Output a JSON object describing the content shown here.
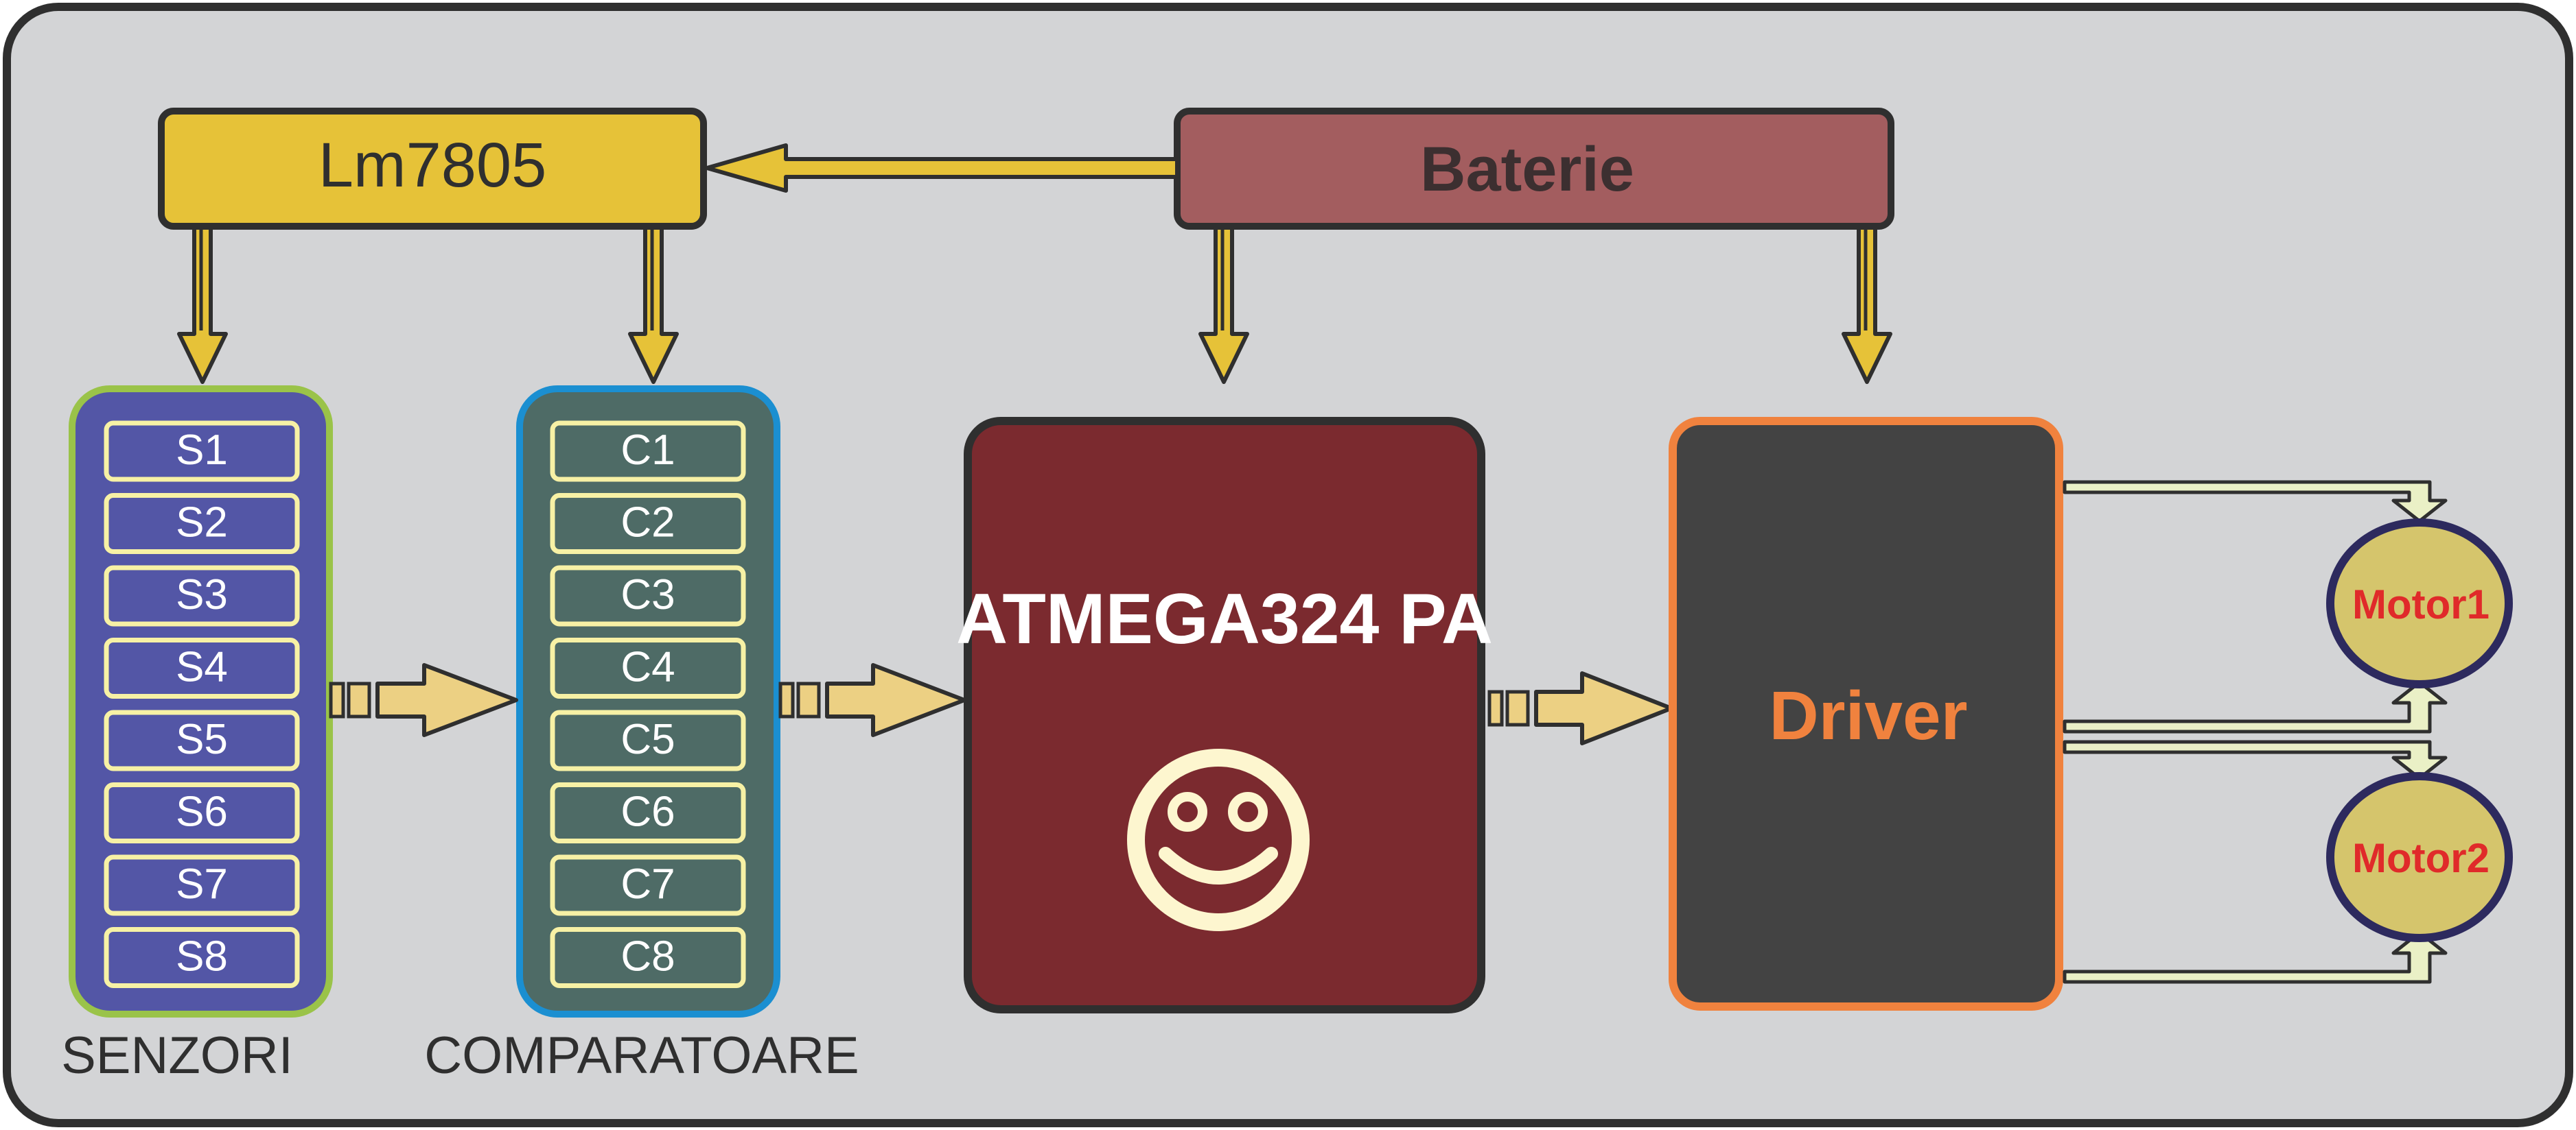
{
  "power": {
    "regulator_label": "Lm7805",
    "battery_label": "Baterie"
  },
  "sensors": {
    "items": [
      "S1",
      "S2",
      "S3",
      "S4",
      "S5",
      "S6",
      "S7",
      "S8"
    ],
    "caption": "SENZORI"
  },
  "comparators": {
    "items": [
      "C1",
      "C2",
      "C3",
      "C4",
      "C5",
      "C6",
      "C7",
      "C8"
    ],
    "caption": "COMPARATOARE"
  },
  "mcu": {
    "label": "ATMEGA324 PA",
    "icon": "smiley-face-icon"
  },
  "driver": {
    "label": "Driver"
  },
  "motors": {
    "motor1_label": "Motor1",
    "motor2_label": "Motor2"
  },
  "colors": {
    "panel_bg": "#d3d4d6",
    "outline": "#2f2f2f",
    "regulator": "#e6c238",
    "battery": "#a35d5f",
    "battery_text": "#3c2f30",
    "sensor_fill": "#5356a6",
    "sensor_border": "#9ac349",
    "comparator_fill": "#4e6b66",
    "comparator_border": "#1b8fd1",
    "cell_border": "#f7f1a5",
    "mcu_fill": "#7b2a2f",
    "driver_fill": "#434343",
    "driver_border": "#f0823e",
    "driver_text": "#f0823e",
    "motor_fill": "#d5c56c",
    "motor_border": "#2d2a5e",
    "motor_text": "#e02a2a",
    "arrow_fill": "#e6c238",
    "bus_arrow_fill": "#ecd083",
    "motor_wire": "#eaf0c6"
  }
}
